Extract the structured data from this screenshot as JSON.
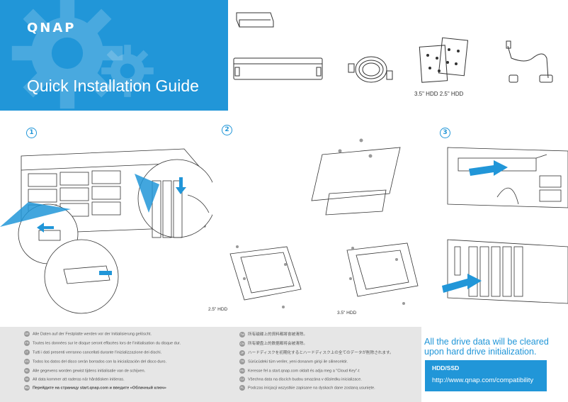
{
  "header": {
    "logo": "QNAP",
    "title": "Quick Installation Guide"
  },
  "package": {
    "hdd_legend": "3.5\" HDD   2.5\" HDD"
  },
  "steps": [
    {
      "number": "1"
    },
    {
      "number": "2",
      "caption_25": "2.5\" HDD",
      "caption_35": "3.5\" HDD"
    },
    {
      "number": "3"
    }
  ],
  "notices": {
    "left": [
      {
        "code": "DE",
        "text": "Alle Daten auf der Festplatte werden vor der Initialisierung gelöscht."
      },
      {
        "code": "FR",
        "text": "Toutes les données sur le disque seront effacées lors de l'initialisation du disque dur."
      },
      {
        "code": "IT",
        "text": "Tutti i dati presenti verranno cancellati durante l'inizializzazione dei dischi."
      },
      {
        "code": "ES",
        "text": "Todos los datos del disco serán borrados con la inicialización del disco duro."
      },
      {
        "code": "NL",
        "text": "Alle gegevens worden gewist tijdens initialisatie van de schijven."
      },
      {
        "code": "SE",
        "text": "All data kommer att raderas när hårddisken initieras."
      },
      {
        "code": "RU",
        "text": "Перейдите на страницу start.qnap.com и введите «Облачный ключ»"
      }
    ],
    "right": [
      {
        "code": "TW",
        "text": "所有磁碟上的資料都將會被清除。"
      },
      {
        "code": "CN",
        "text": "所有硬盘上的数据都将会被清除。"
      },
      {
        "code": "JP",
        "text": "ハードディスクを初期化するとハードディスク上の全てのデータが削除されます。"
      },
      {
        "code": "TR",
        "text": "Sürücüdeki tüm veriler, yeni donanım girişi ile silinecektir."
      },
      {
        "code": "HU",
        "text": "Keresse fel a start.qnap.com oldalt és adja meg a \"Cloud Key\"-t"
      },
      {
        "code": "CZ",
        "text": "Všechna data na discích budou smazána v důsledku inicializace."
      },
      {
        "code": "PL",
        "text": "Podczas inicjacji wszystkie zapisane na dyskach dane zostaną usunięte."
      }
    ]
  },
  "warning": "All the drive data will be cleared upon hard drive initialization.",
  "compatibility": {
    "heading": "HDD/SSD",
    "url": "http://www.qnap.com/compatibility"
  },
  "colors": {
    "brand_blue": "#2196d8",
    "notice_bg": "#e6e6e6"
  }
}
